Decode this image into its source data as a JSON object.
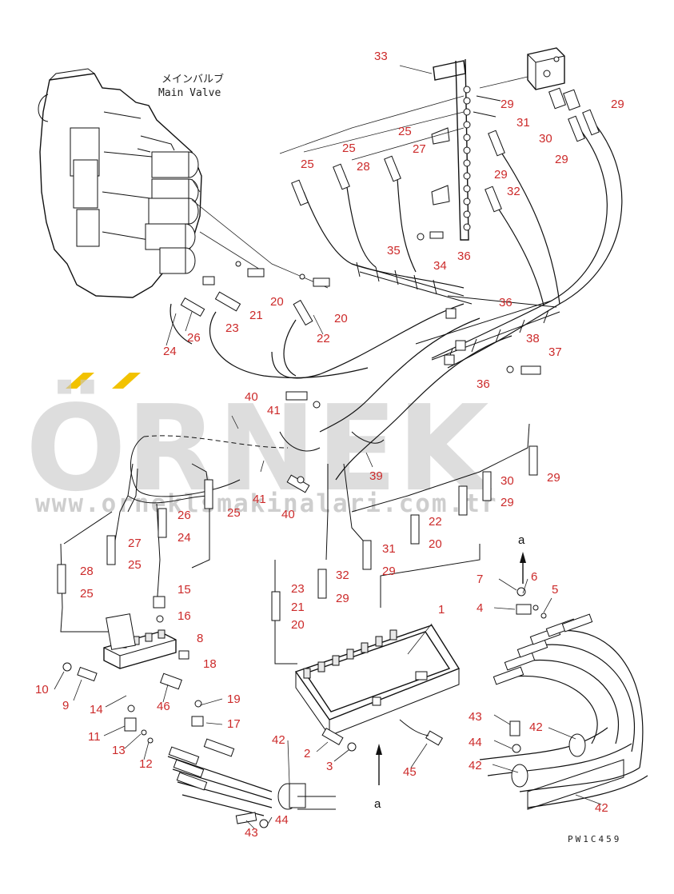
{
  "title": {
    "japanese": "メインバルブ",
    "english": "Main Valve"
  },
  "watermark": {
    "brand": "ÖRNEK",
    "url": "www.orneklsmakinalari.com.tr",
    "accent_color": "#f2c200",
    "color": "#c8c8c8"
  },
  "drawing_number": "PW1C459",
  "view_ref": "a",
  "label_color": "#cc2a2a",
  "callouts": [
    "33",
    "29",
    "31",
    "29",
    "30",
    "29",
    "25",
    "27",
    "25",
    "28",
    "29",
    "32",
    "25",
    "35",
    "34",
    "36",
    "20",
    "21",
    "23",
    "26",
    "24",
    "20",
    "22",
    "36",
    "38",
    "37",
    "36",
    "40",
    "41",
    "39",
    "29",
    "30",
    "29",
    "41",
    "40",
    "26",
    "25",
    "24",
    "27",
    "25",
    "22",
    "20",
    "31",
    "29",
    "28",
    "25",
    "32",
    "29",
    "23",
    "21",
    "20",
    "15",
    "16",
    "8",
    "18",
    "10",
    "9",
    "14",
    "46",
    "19",
    "17",
    "11",
    "13",
    "12",
    "1",
    "2",
    "3",
    "45",
    "42",
    "43",
    "44",
    "7",
    "6",
    "4",
    "5",
    "43",
    "42",
    "44",
    "42",
    "42"
  ]
}
